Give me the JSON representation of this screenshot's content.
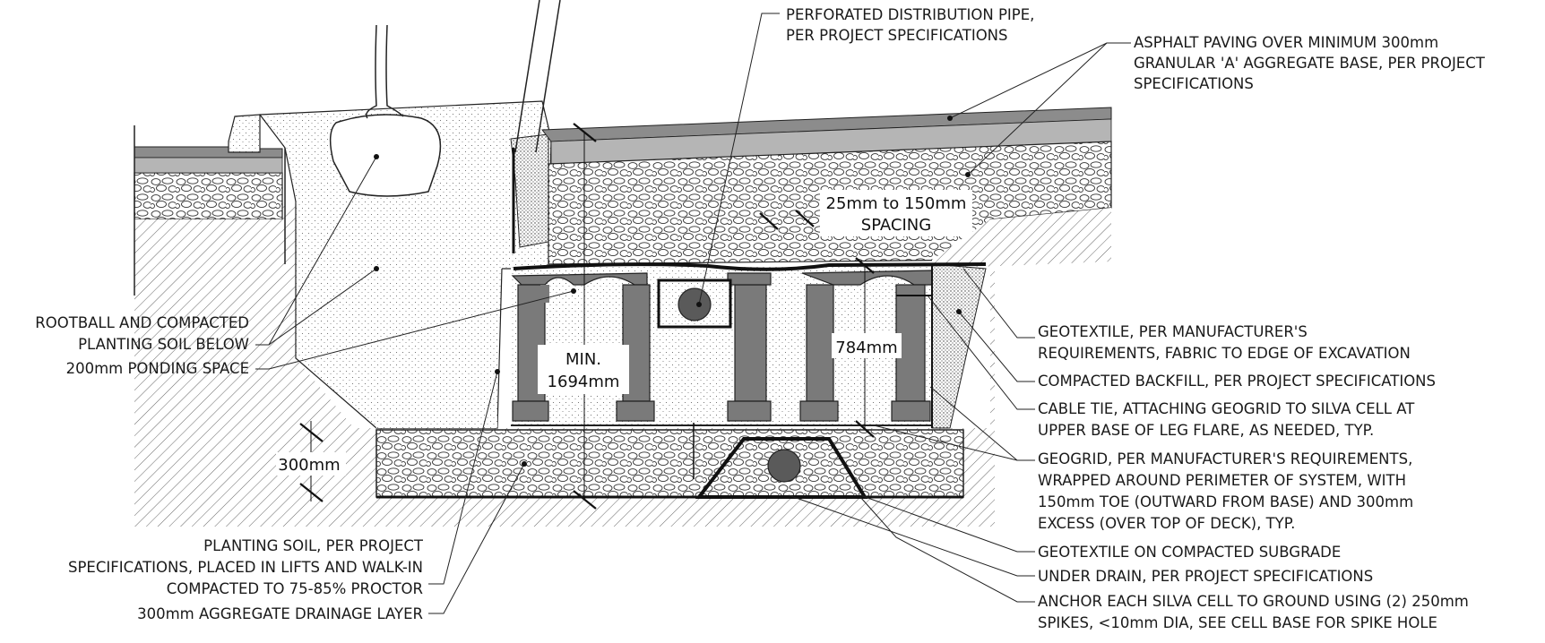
{
  "dimensions": {
    "min_depth": [
      "MIN.",
      "1694mm"
    ],
    "cell_height": "784mm",
    "spacing": [
      "25mm to 150mm",
      "SPACING"
    ],
    "drainage_depth": "300mm"
  },
  "callouts": {
    "perforated_pipe": [
      "PERFORATED DISTRIBUTION PIPE,",
      "PER PROJECT SPECIFICATIONS"
    ],
    "asphalt": [
      "ASPHALT PAVING OVER MINIMUM 300mm",
      "GRANULAR 'A' AGGREGATE BASE, PER PROJECT",
      "SPECIFICATIONS"
    ],
    "rootball": [
      "ROOTBALL AND COMPACTED",
      "PLANTING SOIL BELOW"
    ],
    "ponding": [
      "200mm PONDING SPACE"
    ],
    "geotextile_edge": [
      "GEOTEXTILE, PER MANUFACTURER'S",
      "REQUIREMENTS, FABRIC TO EDGE OF EXCAVATION"
    ],
    "backfill": [
      "COMPACTED BACKFILL, PER PROJECT SPECIFICATIONS"
    ],
    "cable_tie": [
      "CABLE TIE, ATTACHING GEOGRID TO SILVA CELL AT",
      "UPPER BASE OF LEG FLARE, AS NEEDED, TYP."
    ],
    "geogrid": [
      "GEOGRID, PER MANUFACTURER'S REQUIREMENTS,",
      "WRAPPED AROUND PERIMETER OF SYSTEM, WITH",
      "150mm TOE (OUTWARD FROM BASE) AND 300mm",
      "EXCESS (OVER TOP OF DECK), TYP."
    ],
    "planting_soil": [
      "PLANTING SOIL, PER PROJECT",
      "SPECIFICATIONS, PLACED IN LIFTS AND WALK-IN",
      "COMPACTED TO 75-85% PROCTOR"
    ],
    "drainage_layer": [
      "300mm AGGREGATE DRAINAGE LAYER"
    ],
    "geotextile_subgrade": [
      "GEOTEXTILE ON COMPACTED SUBGRADE"
    ],
    "under_drain": [
      "UNDER DRAIN, PER PROJECT SPECIFICATIONS"
    ],
    "anchor": [
      "ANCHOR EACH SILVA CELL TO GROUND USING (2) 250mm",
      "SPIKES, <10mm DIA, SEE CELL BASE FOR SPIKE HOLE"
    ]
  },
  "colors": {
    "ink": "#1a1a1a",
    "silva_cell": "#7a7a7a",
    "asphalt": "#8c8c8c",
    "pipe": "#5a5a5a"
  }
}
